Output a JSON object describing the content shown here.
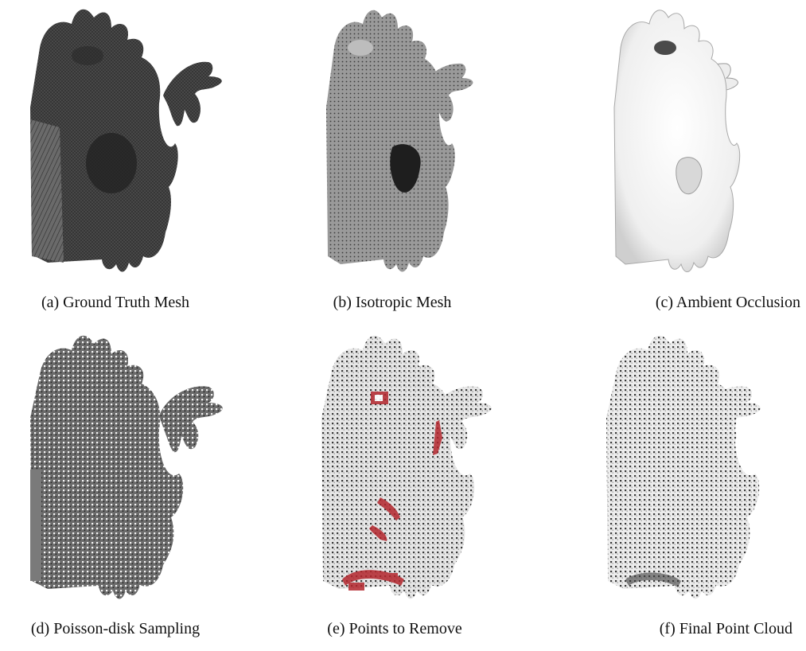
{
  "figure": {
    "panels": [
      {
        "id": "a",
        "caption": "(a) Ground Truth Mesh"
      },
      {
        "id": "b",
        "caption": "(b) Isotropic Mesh"
      },
      {
        "id": "c",
        "caption": "(c) Ambient Occlusion"
      },
      {
        "id": "d",
        "caption": "(d) Poisson-disk Sampling"
      },
      {
        "id": "e",
        "caption": "(e) Points to Remove"
      },
      {
        "id": "f",
        "caption": "(f) Final Point Cloud"
      }
    ],
    "colors": {
      "ground_truth_mesh": "#3d3d3d",
      "isotropic_mesh": "#8a8a8a",
      "ambient_occlusion": "#f2f2f2",
      "sample_points": "#555555",
      "removed_points": "#b3262d",
      "background": "#ffffff"
    }
  }
}
